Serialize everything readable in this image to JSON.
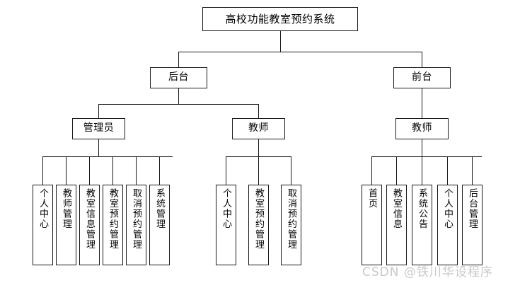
{
  "diagram": {
    "type": "function-tree",
    "title": "高校功能教室预约系统",
    "root": {
      "id": "root",
      "label": "高校功能教室预约系统"
    },
    "level2": [
      {
        "id": "backend",
        "label": "后台"
      },
      {
        "id": "frontend",
        "label": "前台"
      }
    ],
    "level3": [
      {
        "id": "admin",
        "label": "管理员",
        "parent": "backend"
      },
      {
        "id": "teacher-backend",
        "label": "教师",
        "parent": "backend"
      },
      {
        "id": "teacher-frontend",
        "label": "教师",
        "parent": "frontend"
      }
    ],
    "leaves": {
      "admin": [
        {
          "label": "个人中心"
        },
        {
          "label": "教师管理"
        },
        {
          "label": "教室信息管理"
        },
        {
          "label": "教室预约管理"
        },
        {
          "label": "取消预约管理"
        },
        {
          "label": "系统管理"
        }
      ],
      "teacher-backend": [
        {
          "label": "个人中心"
        },
        {
          "label": "教室预约管理"
        },
        {
          "label": "取消预约管理"
        }
      ],
      "teacher-frontend": [
        {
          "label": "首页"
        },
        {
          "label": "教室信息"
        },
        {
          "label": "系统公告"
        },
        {
          "label": "个人中心"
        },
        {
          "label": "后台管理"
        }
      ]
    }
  },
  "watermark": {
    "text": "CSDN @铁川华设程序"
  },
  "colors": {
    "line": "#1a1a1a",
    "box_border": "#1a1a1a",
    "box_fill": "#ffffff",
    "text": "#000000",
    "watermark": "#c9c9c9",
    "background": "#ffffff"
  }
}
